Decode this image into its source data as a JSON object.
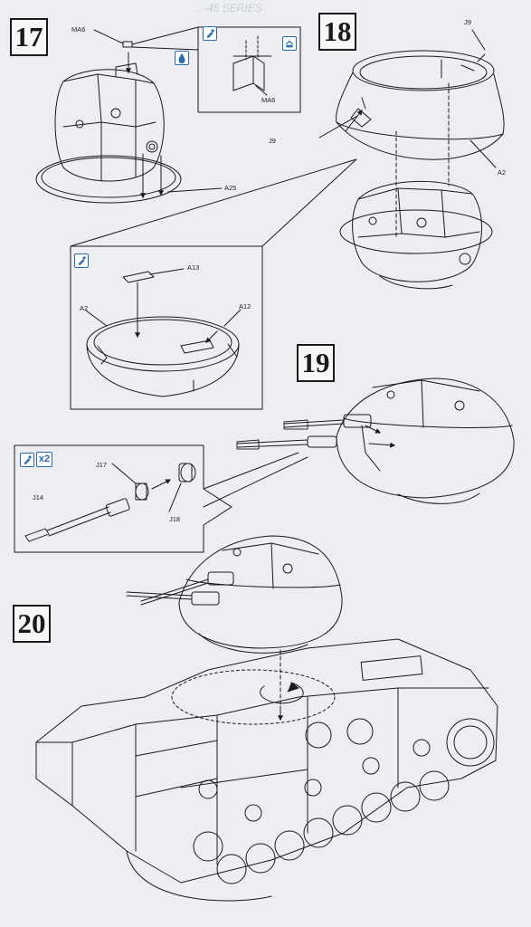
{
  "steps": [
    {
      "id": "17",
      "number": "17"
    },
    {
      "id": "18",
      "number": "18"
    },
    {
      "id": "19",
      "number": "19"
    },
    {
      "id": "20",
      "number": "20"
    }
  ],
  "header_fragment": "...-45 SERIES",
  "parts": {
    "ma6_top": "MA6",
    "ma6_detail": "MA6",
    "a25": "A25",
    "j9_top": "J9",
    "j9_left": "J9",
    "a2_right": "A2",
    "a13": "A13",
    "a2_inset": "A2",
    "a12": "A12",
    "j17": "J17",
    "j14": "J14",
    "j18": "J18"
  },
  "icons": {
    "glue": "glue-icon",
    "paint": "paint-drop-icon",
    "view": "view-direction-icon",
    "quantity_label": "x2"
  },
  "colors": {
    "line": "#1a1a1a",
    "accent": "#2b6cb0",
    "paper": "#eceef1"
  }
}
